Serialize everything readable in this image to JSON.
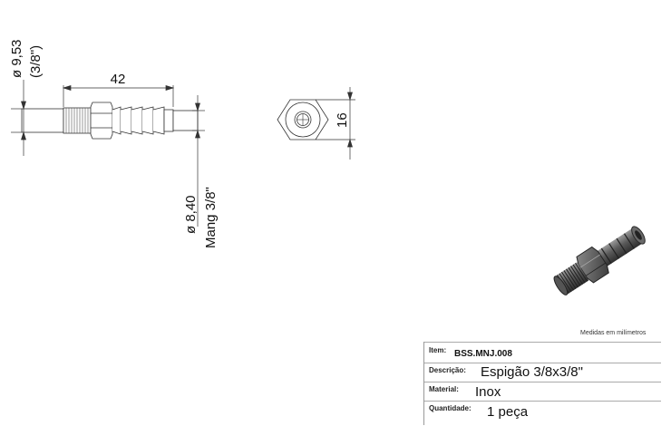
{
  "dimensions": {
    "length": "42",
    "outer_diameter": "ø 9,53",
    "outer_diameter_inch": "(3/8\")",
    "hex_across_flats": "16",
    "hose_diameter": "ø 8,40",
    "hose_size": "Mang 3/8\""
  },
  "note": "Medidas em milímetros",
  "title_block": {
    "item": {
      "label": "Item:",
      "value": "BSS.MNJ.008"
    },
    "descricao": {
      "label": "Descrição:",
      "value": "Espigão 3/8x3/8\""
    },
    "material": {
      "label": "Material:",
      "value": "Inox"
    },
    "quantidade": {
      "label": "Quantidade:",
      "value": "1 peça"
    }
  }
}
